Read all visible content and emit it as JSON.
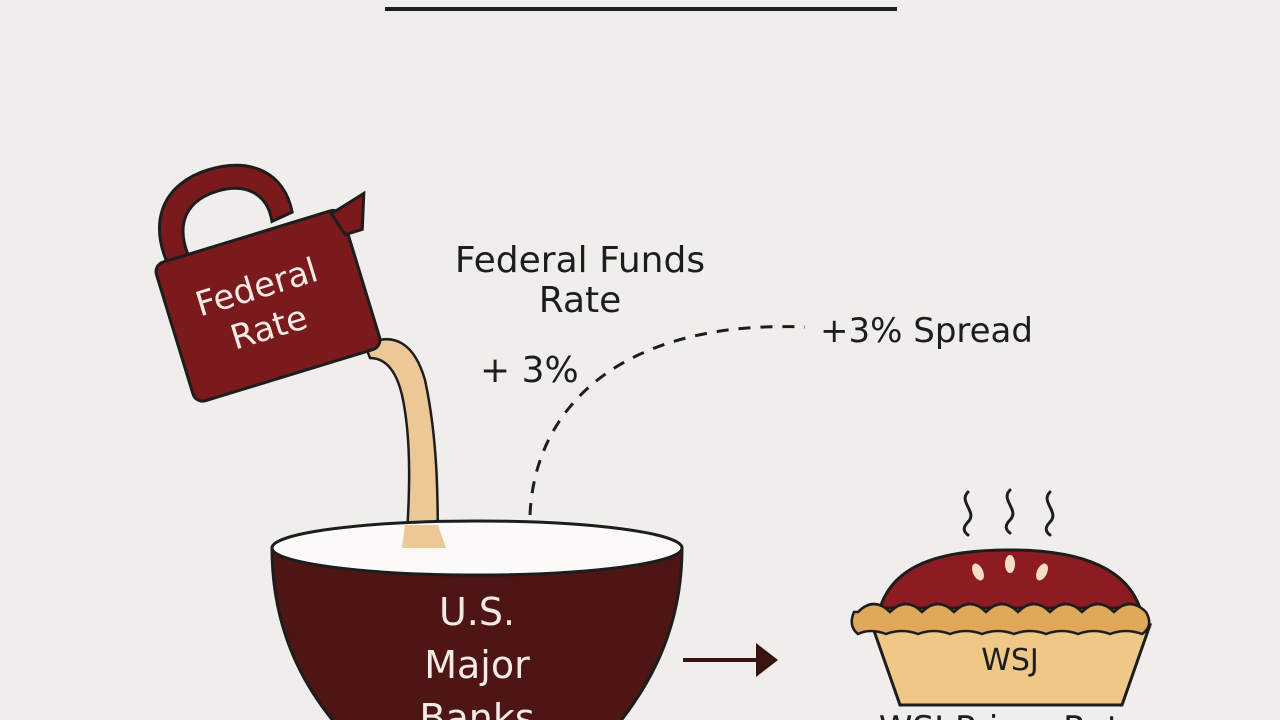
{
  "jug": {
    "line1": "Federal",
    "line2": "Rate"
  },
  "labels": {
    "funds_line1": "Federal Funds",
    "funds_line2": "Rate",
    "plus_rate": "+ 3%",
    "spread": "+3% Spread"
  },
  "bowl": {
    "line1": "U.S.",
    "line2": "Major",
    "line3": "Banks"
  },
  "pie": {
    "label": "WSJ",
    "caption": "WSJ Prime Rate"
  },
  "colors": {
    "background": "#efeeeb",
    "maroon": "#7b1a1c",
    "bowl_dark": "#4d1513",
    "pour": "#ecc896",
    "crust": "#efc887",
    "crust_edge": "#e0a85a",
    "ink": "#1d1d1d"
  }
}
